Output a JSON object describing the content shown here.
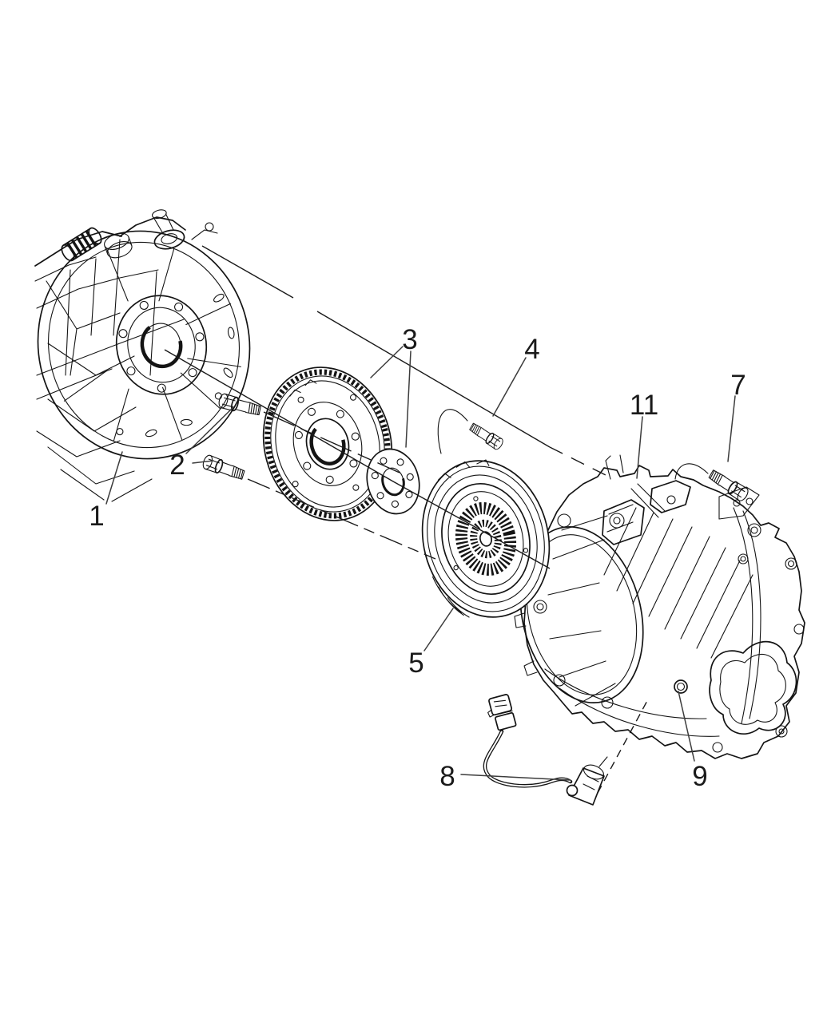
{
  "figure": {
    "background_color": "#ffffff",
    "line_color": "#141414",
    "leader_color": "#3c3c3c",
    "label_color": "#1a1a1a"
  },
  "callouts": [
    {
      "label": "1"
    },
    {
      "label": "2"
    },
    {
      "label": "3"
    },
    {
      "label": "4"
    },
    {
      "label": "5"
    },
    {
      "label": "7"
    },
    {
      "label": "8"
    },
    {
      "label": "9"
    },
    {
      "label": "11"
    }
  ]
}
